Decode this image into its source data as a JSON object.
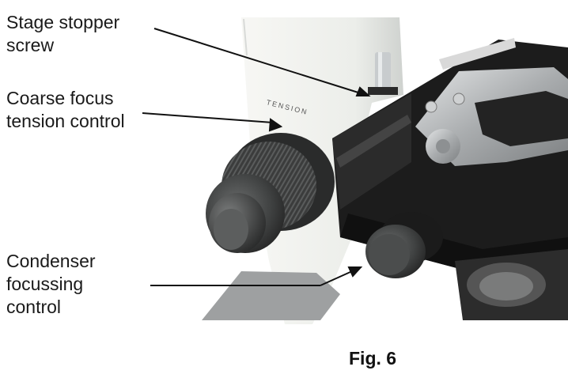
{
  "labels": {
    "stage_stopper": "Stage stopper\nscrew",
    "coarse_focus": "Coarse focus\ntension control",
    "condenser": "Condenser\nfocussing\ncontrol"
  },
  "caption": "Fig. 6",
  "knob_engraving": "TENSION",
  "colors": {
    "stage_black": "#1c1c1c",
    "knob_dark": "#3a3b3b",
    "metal": "#b9bcbf",
    "arm_white": "#f1f1ee"
  }
}
